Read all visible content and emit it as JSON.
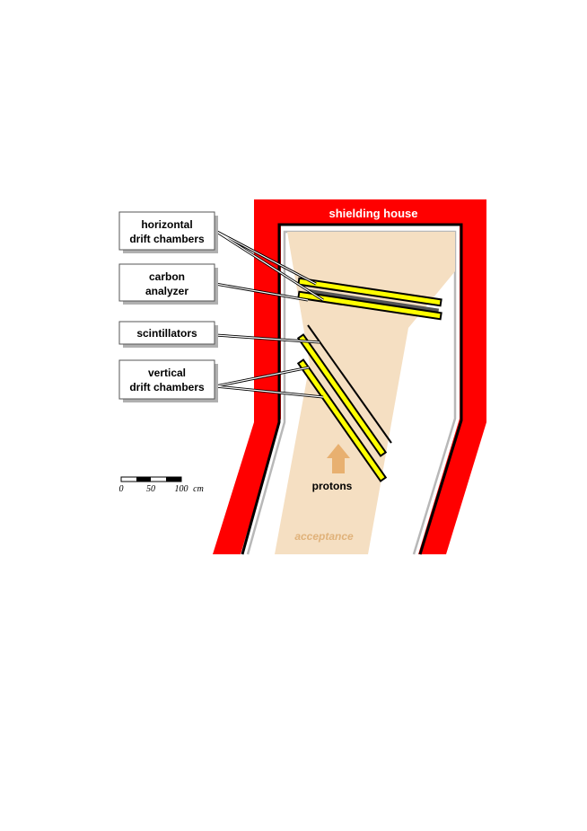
{
  "diagram": {
    "title": "shielding house",
    "labels": {
      "horizontal_drift_chambers": [
        "horizontal",
        "drift chambers"
      ],
      "carbon_analyzer": [
        "carbon",
        "analyzer"
      ],
      "scintillators": [
        "scintillators"
      ],
      "vertical_drift_chambers": [
        "vertical",
        "drift chambers"
      ]
    },
    "protons": "protons",
    "acceptance": "acceptance",
    "scale_bar": {
      "ticks": [
        "0",
        "50",
        "100"
      ],
      "unit": "cm"
    },
    "colors": {
      "shield": "#ff0000",
      "chamber": "#ffff00",
      "acceptance": "#f5dfc2",
      "arrow": "#e8b070",
      "analyzer": "#555555"
    }
  }
}
